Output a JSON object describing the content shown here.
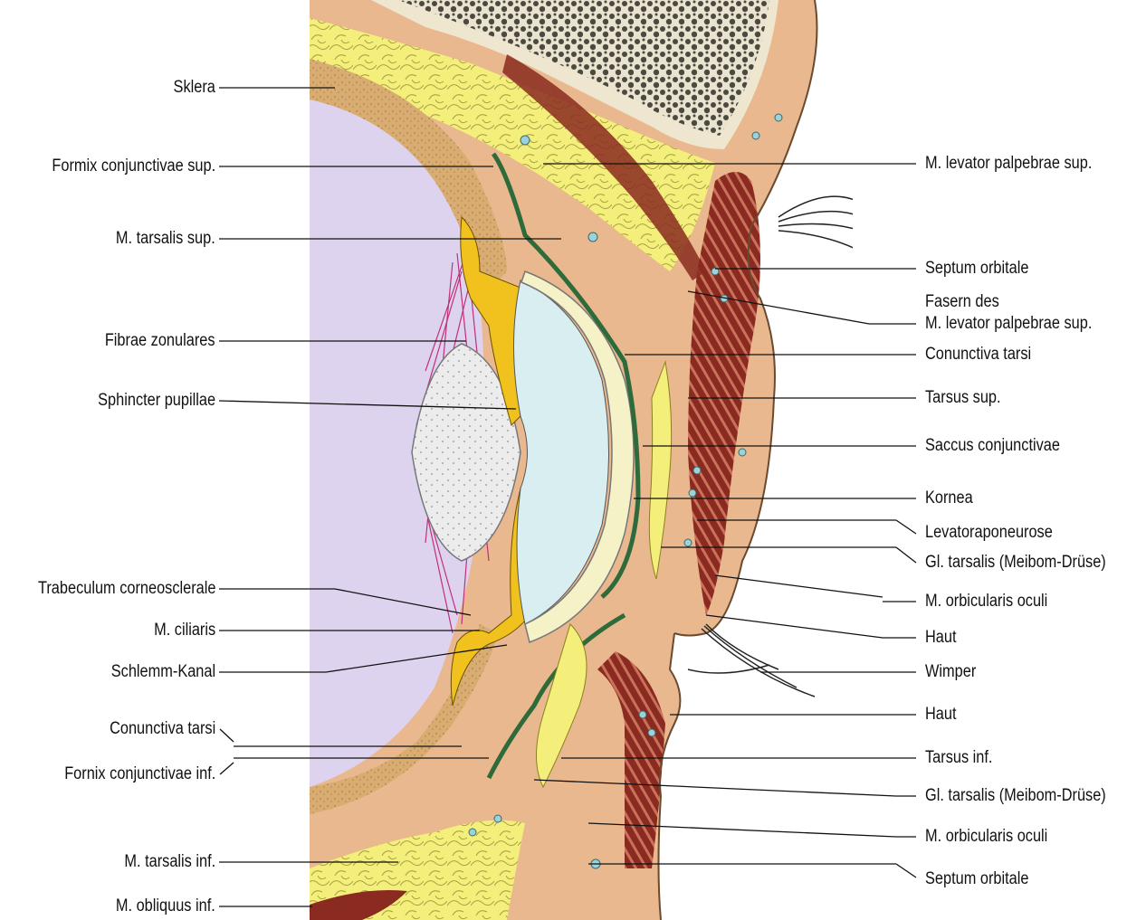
{
  "figure": {
    "colors": {
      "skin": "#e9b88e",
      "sclera": "#d9ad72",
      "vitreous": "#ded3ee",
      "lens": "#ececec",
      "cornea": "#f5f2c8",
      "anterior_chamber": "#d9eef0",
      "fat": "#f4f07a",
      "bone": "#f3ead6",
      "muscle": "#8a2a20",
      "conjunctiva": "#2f6b3a",
      "ciliary": "#f1c21d",
      "zonules": "#c0307a"
    }
  },
  "labels_left": [
    {
      "text": "Sklera"
    },
    {
      "text": "Formix conjunctivae sup."
    },
    {
      "text": "M. tarsalis sup."
    },
    {
      "text": "Fibrae zonulares"
    },
    {
      "text": "Sphincter pupillae"
    },
    {
      "text": "Trabeculum corneosclerale"
    },
    {
      "text": "M. ciliaris"
    },
    {
      "text": "Schlemm-Kanal"
    },
    {
      "text": "Conunctiva tarsi"
    },
    {
      "text": "Fornix conjunctivae inf."
    },
    {
      "text": "M. tarsalis inf."
    },
    {
      "text": "M. obliquus inf."
    }
  ],
  "labels_right": [
    {
      "text": "M. levator palpebrae sup."
    },
    {
      "text": "Septum orbitale"
    },
    {
      "text": "Fasern des"
    },
    {
      "text": "M. levator palpebrae sup."
    },
    {
      "text": "Conunctiva tarsi"
    },
    {
      "text": "Tarsus sup."
    },
    {
      "text": "Saccus conjunctivae"
    },
    {
      "text": "Kornea"
    },
    {
      "text": "Levatoraponeurose"
    },
    {
      "text": "Gl. tarsalis (Meibom-Drüse)"
    },
    {
      "text": "M. orbicularis oculi"
    },
    {
      "text": "Haut"
    },
    {
      "text": "Wimper"
    },
    {
      "text": "Haut"
    },
    {
      "text": "Tarsus inf."
    },
    {
      "text": "Gl. tarsalis (Meibom-Drüse)"
    },
    {
      "text": "M. orbicularis oculi"
    },
    {
      "text": "Septum orbitale"
    }
  ]
}
